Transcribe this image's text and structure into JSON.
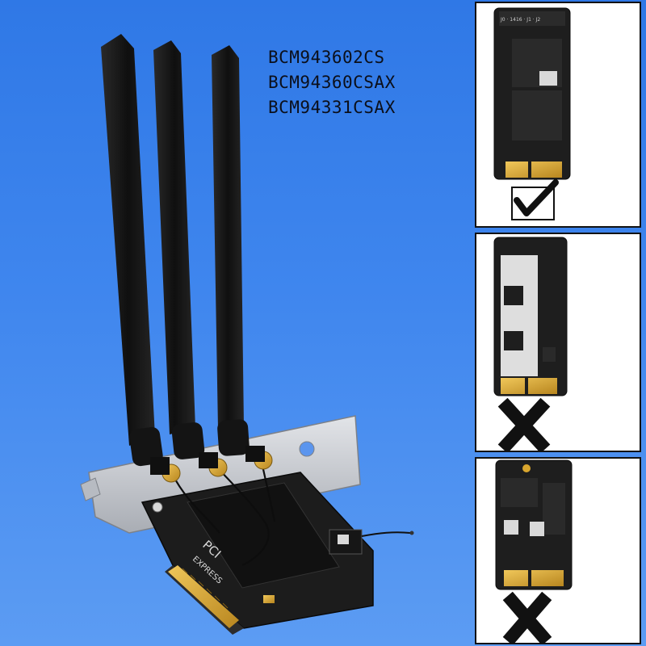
{
  "models": {
    "lines": [
      "BCM943602CS",
      "BCM94360CSAX",
      "BCM94331CSAX"
    ]
  },
  "card_column": [
    {
      "status": "compatible",
      "mark": "check-icon"
    },
    {
      "status": "incompatible",
      "mark": "cross-icon"
    },
    {
      "status": "incompatible",
      "mark": "cross-icon"
    }
  ],
  "colors": {
    "background": "#3f86ee",
    "antenna": "#151515",
    "bracket": "#c9ccd2",
    "pcb": "#1d1d1d",
    "gold": "#d9a62e",
    "mark": "#111111"
  }
}
